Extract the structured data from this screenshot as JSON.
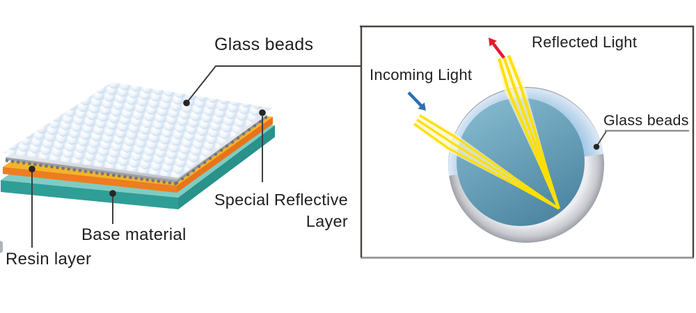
{
  "figure": {
    "left_diagram": {
      "type": "layer-stack-illustration",
      "labels": {
        "glass_beads": "Glass beads",
        "special_reflective_line1": "Special Reflective",
        "special_reflective_line2": "Layer",
        "base_material": "Base material",
        "resin_layer": "Resin layer"
      }
    },
    "right_panel": {
      "type": "magnified-bead-ray-diagram",
      "labels": {
        "incoming_light": "Incoming Light",
        "reflected_light": "Reflected Light",
        "glass_beads": "Glass beads"
      },
      "icons": {
        "incoming_arrow": "arrow-down-right",
        "reflected_arrow": "arrow-up-left"
      }
    }
  },
  "palette": {
    "background": "#ffffff",
    "text": "#1f1f1f",
    "leader_line": "#3e3e3e",
    "leader_dot": "#262626",
    "panel_border": "#48433e",
    "panel_border_bottom": "#9d9d9d",
    "bead_blue": "#cfe0f0",
    "reflective_silver": "#cfd2d9",
    "resin_yellow_top": "#f3b32b",
    "resin_orange_side": "#ee7d1f",
    "base_teal_top": "#7fccc4",
    "base_teal_side": "#2f9e97",
    "lens_glass_blue": "#a6cbe6",
    "lens_core_blue": "#5e9cb8",
    "lens_silver": "#9ea0a8",
    "ray_yellow": "#ffdf00",
    "ray_halo": "#fcf6c8",
    "incoming_arrow_blue": "#2f6eb5",
    "reflected_arrow_red": "#e6192c"
  }
}
